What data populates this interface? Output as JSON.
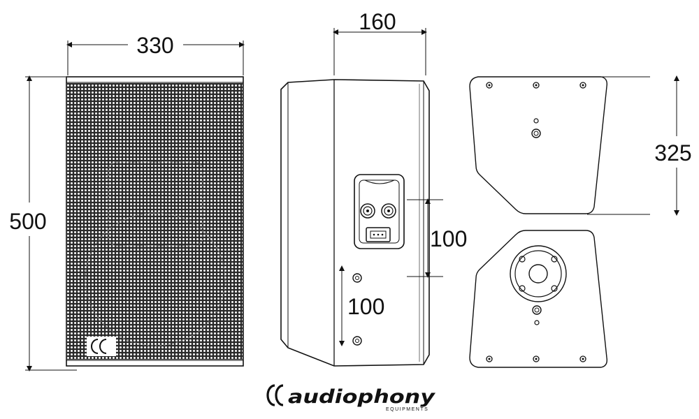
{
  "dimensions": {
    "front_width": "330",
    "front_height": "500",
    "side_depth": "160",
    "side_pole_spacing": "100",
    "side_rigging_spacing": "100",
    "bracket_height": "325"
  },
  "brand": {
    "name": "audiophony",
    "tagline": "EQUIPMENTS"
  },
  "colors": {
    "line": "#111111",
    "grille": "#2a2a2a",
    "background": "#ffffff"
  }
}
